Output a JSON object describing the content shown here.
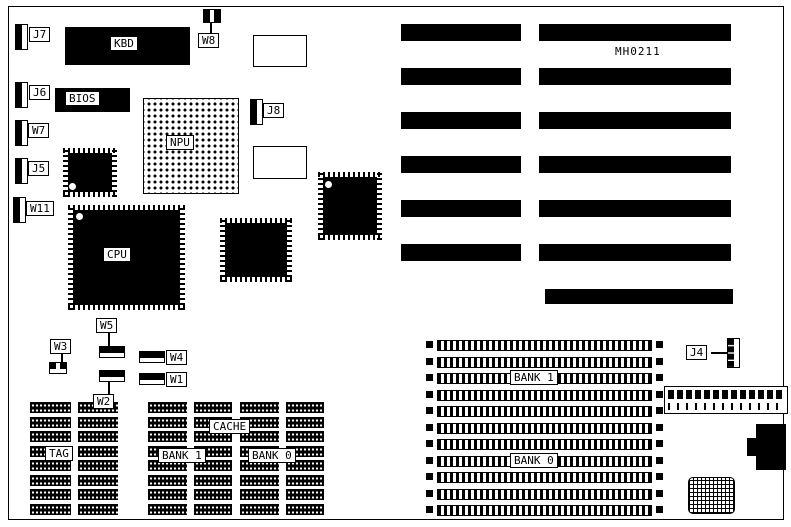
{
  "board_id": "MH0211",
  "chips": {
    "kbd": "KBD",
    "bios": "BIOS",
    "npu": "NPU",
    "cpu": "CPU"
  },
  "cache_section": {
    "title": "CACHE",
    "tag": "TAG",
    "bank1": "BANK 1",
    "bank0": "BANK 0"
  },
  "memory_section": {
    "bank1": "BANK 1",
    "bank0": "BANK 0"
  },
  "jumpers": {
    "j4": "J4",
    "j5": "J5",
    "j6": "J6",
    "j7": "J7",
    "j8": "J8",
    "w1": "W1",
    "w2": "W2",
    "w3": "W3",
    "w4": "W4",
    "w5": "W5",
    "w7": "W7",
    "w8": "W8",
    "w11": "W11"
  }
}
